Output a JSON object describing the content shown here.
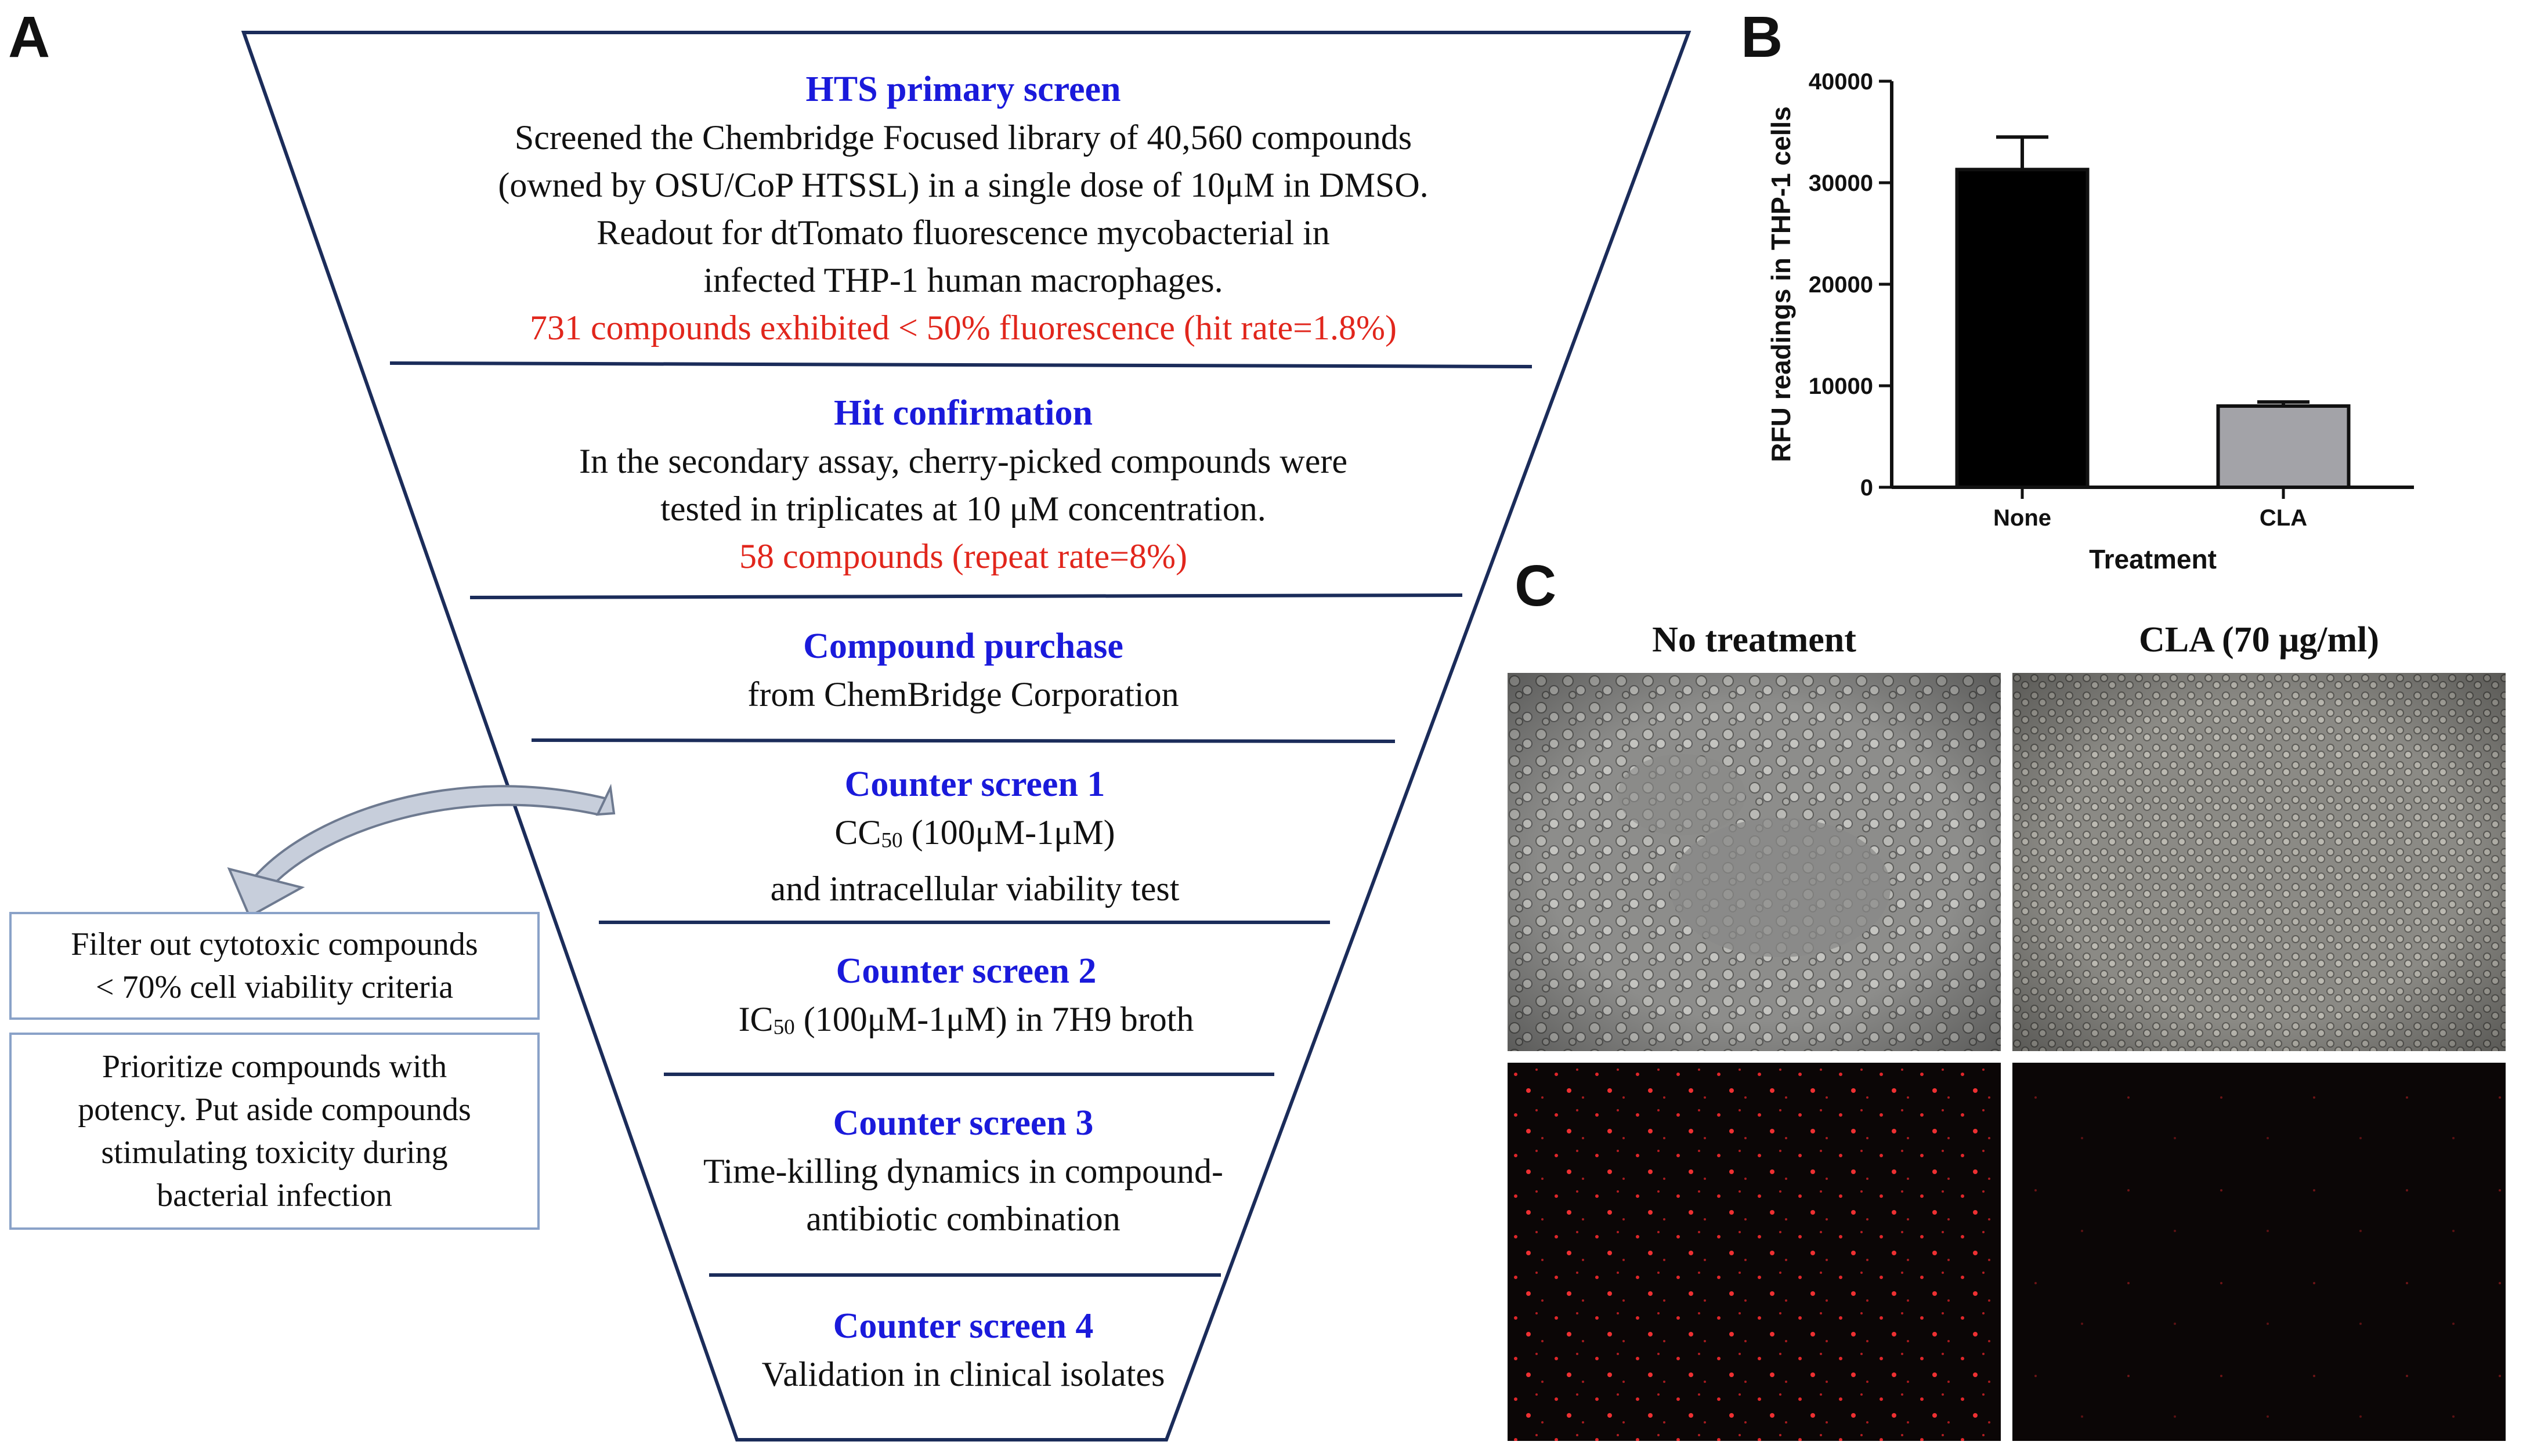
{
  "panels": {
    "a": "A",
    "b": "B",
    "c": "C"
  },
  "funnel": {
    "stages": [
      {
        "title": "HTS primary screen",
        "lines": [
          "Screened the Chembridge Focused library of 40,560 compounds",
          "(owned by OSU/CoP HTSSL) in a single dose of 10μM in DMSO.",
          "Readout for dtTomato fluorescence mycobacterial in",
          "infected THP-1 human macrophages."
        ],
        "hit": "731 compounds exhibited < 50% fluorescence (hit rate=1.8%)"
      },
      {
        "title": "Hit confirmation",
        "lines": [
          "In the secondary assay, cherry-picked compounds were",
          "tested in triplicates at 10 μM concentration."
        ],
        "hit": "58 compounds (repeat rate=8%)"
      },
      {
        "title": "Compound purchase",
        "lines": [
          "from ChemBridge Corporation"
        ]
      },
      {
        "title": "Counter screen 1",
        "cc_prefix": "CC",
        "cc_sub": "50",
        "cc_rest": " (100μM-1μM)",
        "lines": [
          "and intracellular viability test"
        ]
      },
      {
        "title": "Counter screen 2",
        "ic_prefix": "IC",
        "ic_sub": "50",
        "ic_rest": " (100μM-1μM) in 7H9 broth"
      },
      {
        "title": "Counter screen 3",
        "lines": [
          "Time-killing dynamics in compound-",
          "antibiotic combination"
        ]
      },
      {
        "title": "Counter screen 4",
        "lines": [
          "Validation in clinical isolates"
        ]
      }
    ],
    "side_boxes": [
      {
        "lines": [
          "Filter out cytotoxic compounds",
          "< 70% cell viability criteria"
        ]
      },
      {
        "lines": [
          "Prioritize compounds with",
          "potency. Put aside compounds",
          "stimulating toxicity during",
          "bacterial infection"
        ]
      }
    ]
  },
  "chart_data": {
    "type": "bar",
    "categories": [
      "None",
      "CLA"
    ],
    "values": [
      31300,
      8000
    ],
    "errors": [
      3200,
      400
    ],
    "colors": [
      "#000000",
      "#a3a3a8"
    ],
    "xlabel": "Treatment",
    "ylabel": "RFU readings in THP-1 cells",
    "ylim": [
      0,
      40000
    ],
    "yticks": [
      0,
      10000,
      20000,
      30000,
      40000
    ]
  },
  "micrographs": {
    "col1": "No treatment",
    "col2": "CLA (70 μg/ml)"
  }
}
